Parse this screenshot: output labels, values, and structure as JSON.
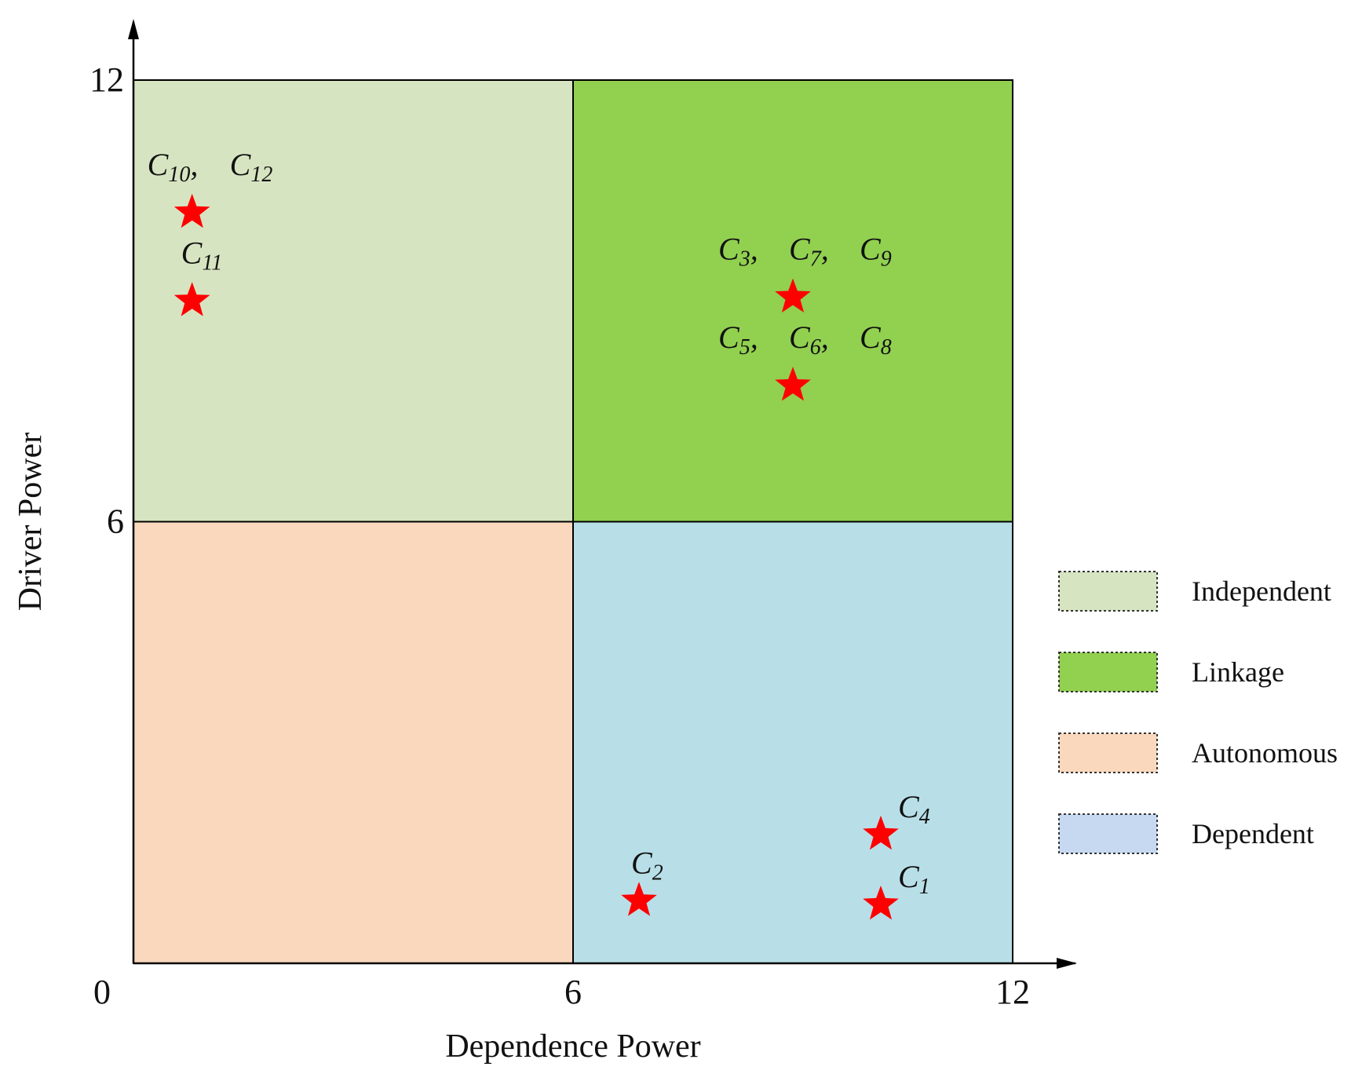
{
  "chart_data": {
    "type": "scatter",
    "xlabel": "Dependence Power",
    "ylabel": "Driver Power",
    "xlim": [
      0,
      12
    ],
    "ylim": [
      0,
      12
    ],
    "xticks": [
      "0",
      "6",
      "12"
    ],
    "yticks": [
      "6",
      "12"
    ],
    "grid": false,
    "legend_position": "right",
    "quadrants": [
      {
        "name": "Independent",
        "x": [
          0,
          6
        ],
        "y": [
          6,
          12
        ],
        "color": "#d7e4c1"
      },
      {
        "name": "Linkage",
        "x": [
          6,
          12
        ],
        "y": [
          6,
          12
        ],
        "color": "#92d050"
      },
      {
        "name": "Autonomous",
        "x": [
          0,
          6
        ],
        "y": [
          0,
          6
        ],
        "color": "#f9d8be"
      },
      {
        "name": "Dependent",
        "x": [
          6,
          12
        ],
        "y": [
          0,
          6
        ],
        "color": "#b8dfe8"
      }
    ],
    "legend": [
      {
        "label": "Independent",
        "color": "#d7e4c1"
      },
      {
        "label": "Linkage",
        "color": "#92d050"
      },
      {
        "label": "Autonomous",
        "color": "#f9d8be"
      },
      {
        "label": "Dependent",
        "color": "#c6d9f0"
      }
    ],
    "marker_color": "#ff0000",
    "points": [
      {
        "x": 0.8,
        "y": 10.2,
        "label": [
          {
            "base": "C",
            "sub": "10"
          },
          {
            "base": "C",
            "sub": "12"
          }
        ]
      },
      {
        "x": 0.8,
        "y": 9.0,
        "label": [
          {
            "base": "C",
            "sub": "11"
          }
        ]
      },
      {
        "x": 9.0,
        "y": 9.05,
        "label": [
          {
            "base": "C",
            "sub": "3"
          },
          {
            "base": "C",
            "sub": "7"
          },
          {
            "base": "C",
            "sub": "9"
          }
        ]
      },
      {
        "x": 9.0,
        "y": 7.85,
        "label": [
          {
            "base": "C",
            "sub": "5"
          },
          {
            "base": "C",
            "sub": "6"
          },
          {
            "base": "C",
            "sub": "8"
          }
        ]
      },
      {
        "x": 10.2,
        "y": 1.75,
        "label": [
          {
            "base": "C",
            "sub": "4"
          }
        ]
      },
      {
        "x": 6.9,
        "y": 0.85,
        "label": [
          {
            "base": "C",
            "sub": "2"
          }
        ]
      },
      {
        "x": 10.2,
        "y": 0.8,
        "label": [
          {
            "base": "C",
            "sub": "1"
          }
        ]
      }
    ]
  }
}
